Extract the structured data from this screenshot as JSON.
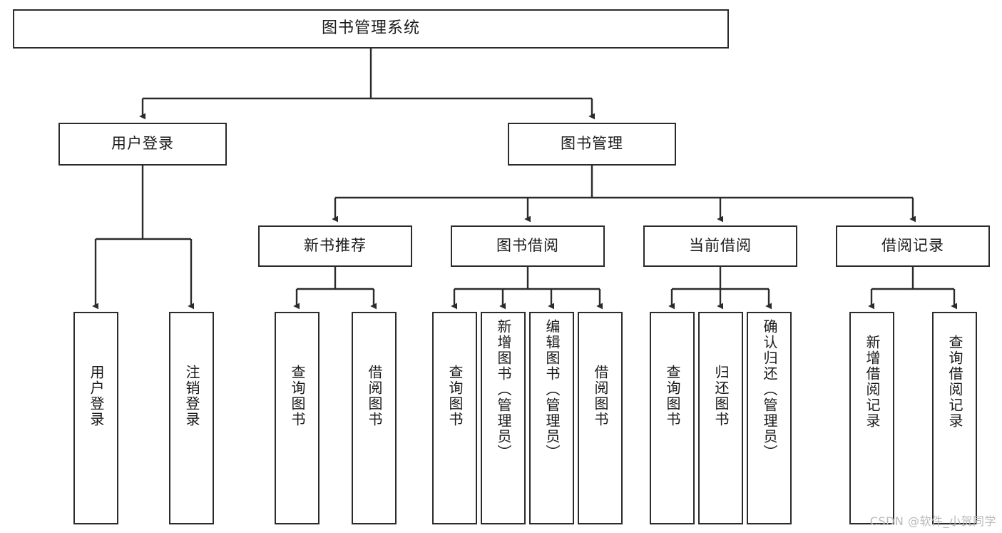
{
  "diagram": {
    "title": "图书管理系统",
    "type": "hierarchy-tree",
    "root": {
      "label": "图书管理系统"
    },
    "level1": [
      {
        "label": "用户登录"
      },
      {
        "label": "图书管理"
      }
    ],
    "level2": [
      {
        "label": "新书推荐"
      },
      {
        "label": "图书借阅"
      },
      {
        "label": "当前借阅"
      },
      {
        "label": "借阅记录"
      }
    ],
    "leaves": {
      "user_login": [
        {
          "label": "用户登录"
        },
        {
          "label": "注销登录"
        }
      ],
      "new_book_recommend": [
        {
          "label": "查询图书"
        },
        {
          "label": "借阅图书"
        }
      ],
      "book_borrow": [
        {
          "label": "查询图书"
        },
        {
          "label": "新增图书（管理员）"
        },
        {
          "label": "编辑图书（管理员）"
        },
        {
          "label": "借阅图书"
        }
      ],
      "current_borrow": [
        {
          "label": "查询图书"
        },
        {
          "label": "归还图书"
        },
        {
          "label": "确认归还（管理员）"
        }
      ],
      "borrow_record": [
        {
          "label": "新增借阅记录"
        },
        {
          "label": "查询借阅记录"
        }
      ]
    }
  },
  "watermark": {
    "text": "CSDN @软件_小贺同学"
  },
  "colors": {
    "stroke": "#2b2b2b",
    "text": "#1a1a1a",
    "background": "#ffffff",
    "watermark": "#b9b9b9"
  }
}
